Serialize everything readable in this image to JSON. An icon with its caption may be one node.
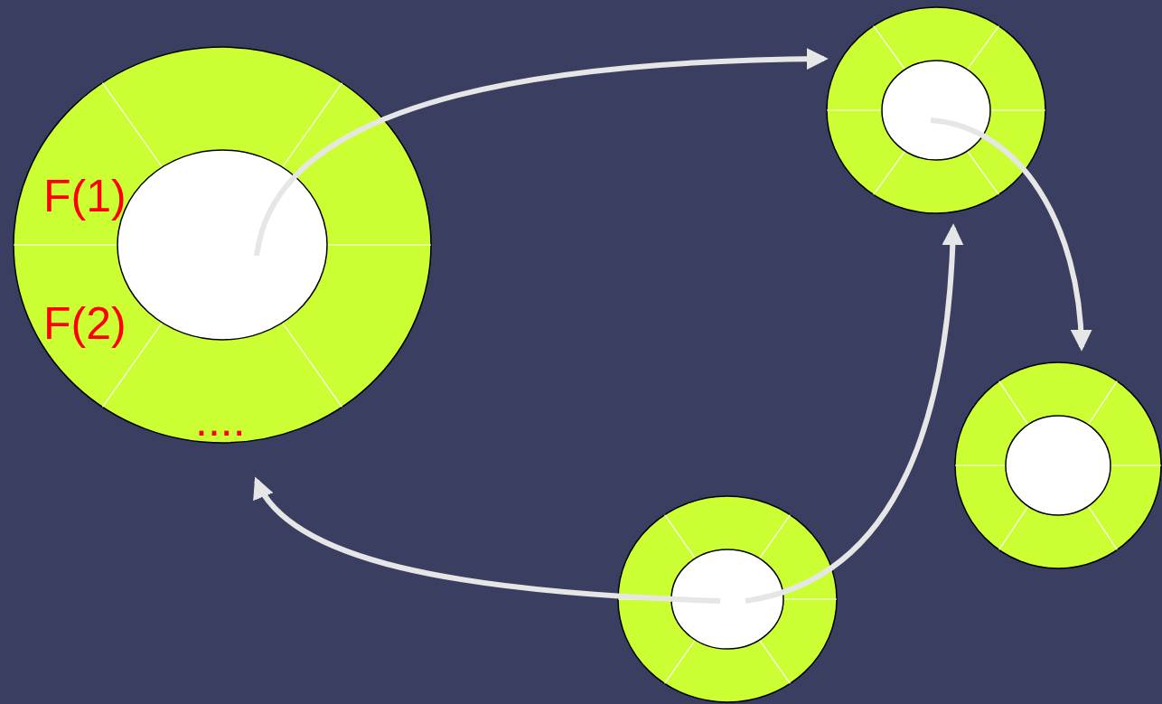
{
  "diagram": {
    "nodes": [
      {
        "text": [
          "F(1)",
          "F(2)",
          "...."
        ]
      },
      {
        "text": [],
        "shape": "circle"
      },
      {
        "text": [],
        "shape": "circle"
      },
      {
        "text": [],
        "shape": "circle"
      }
    ],
    "edges": [
      {
        "from": 0,
        "to": 1,
        "arrow": "to"
      },
      {
        "from": 1,
        "to": 2,
        "arrow": "to"
      },
      {
        "from": 3,
        "to": 1,
        "arrow": "to"
      },
      {
        "from": 3,
        "to": 0,
        "arrow": "to"
      }
    ]
  }
}
